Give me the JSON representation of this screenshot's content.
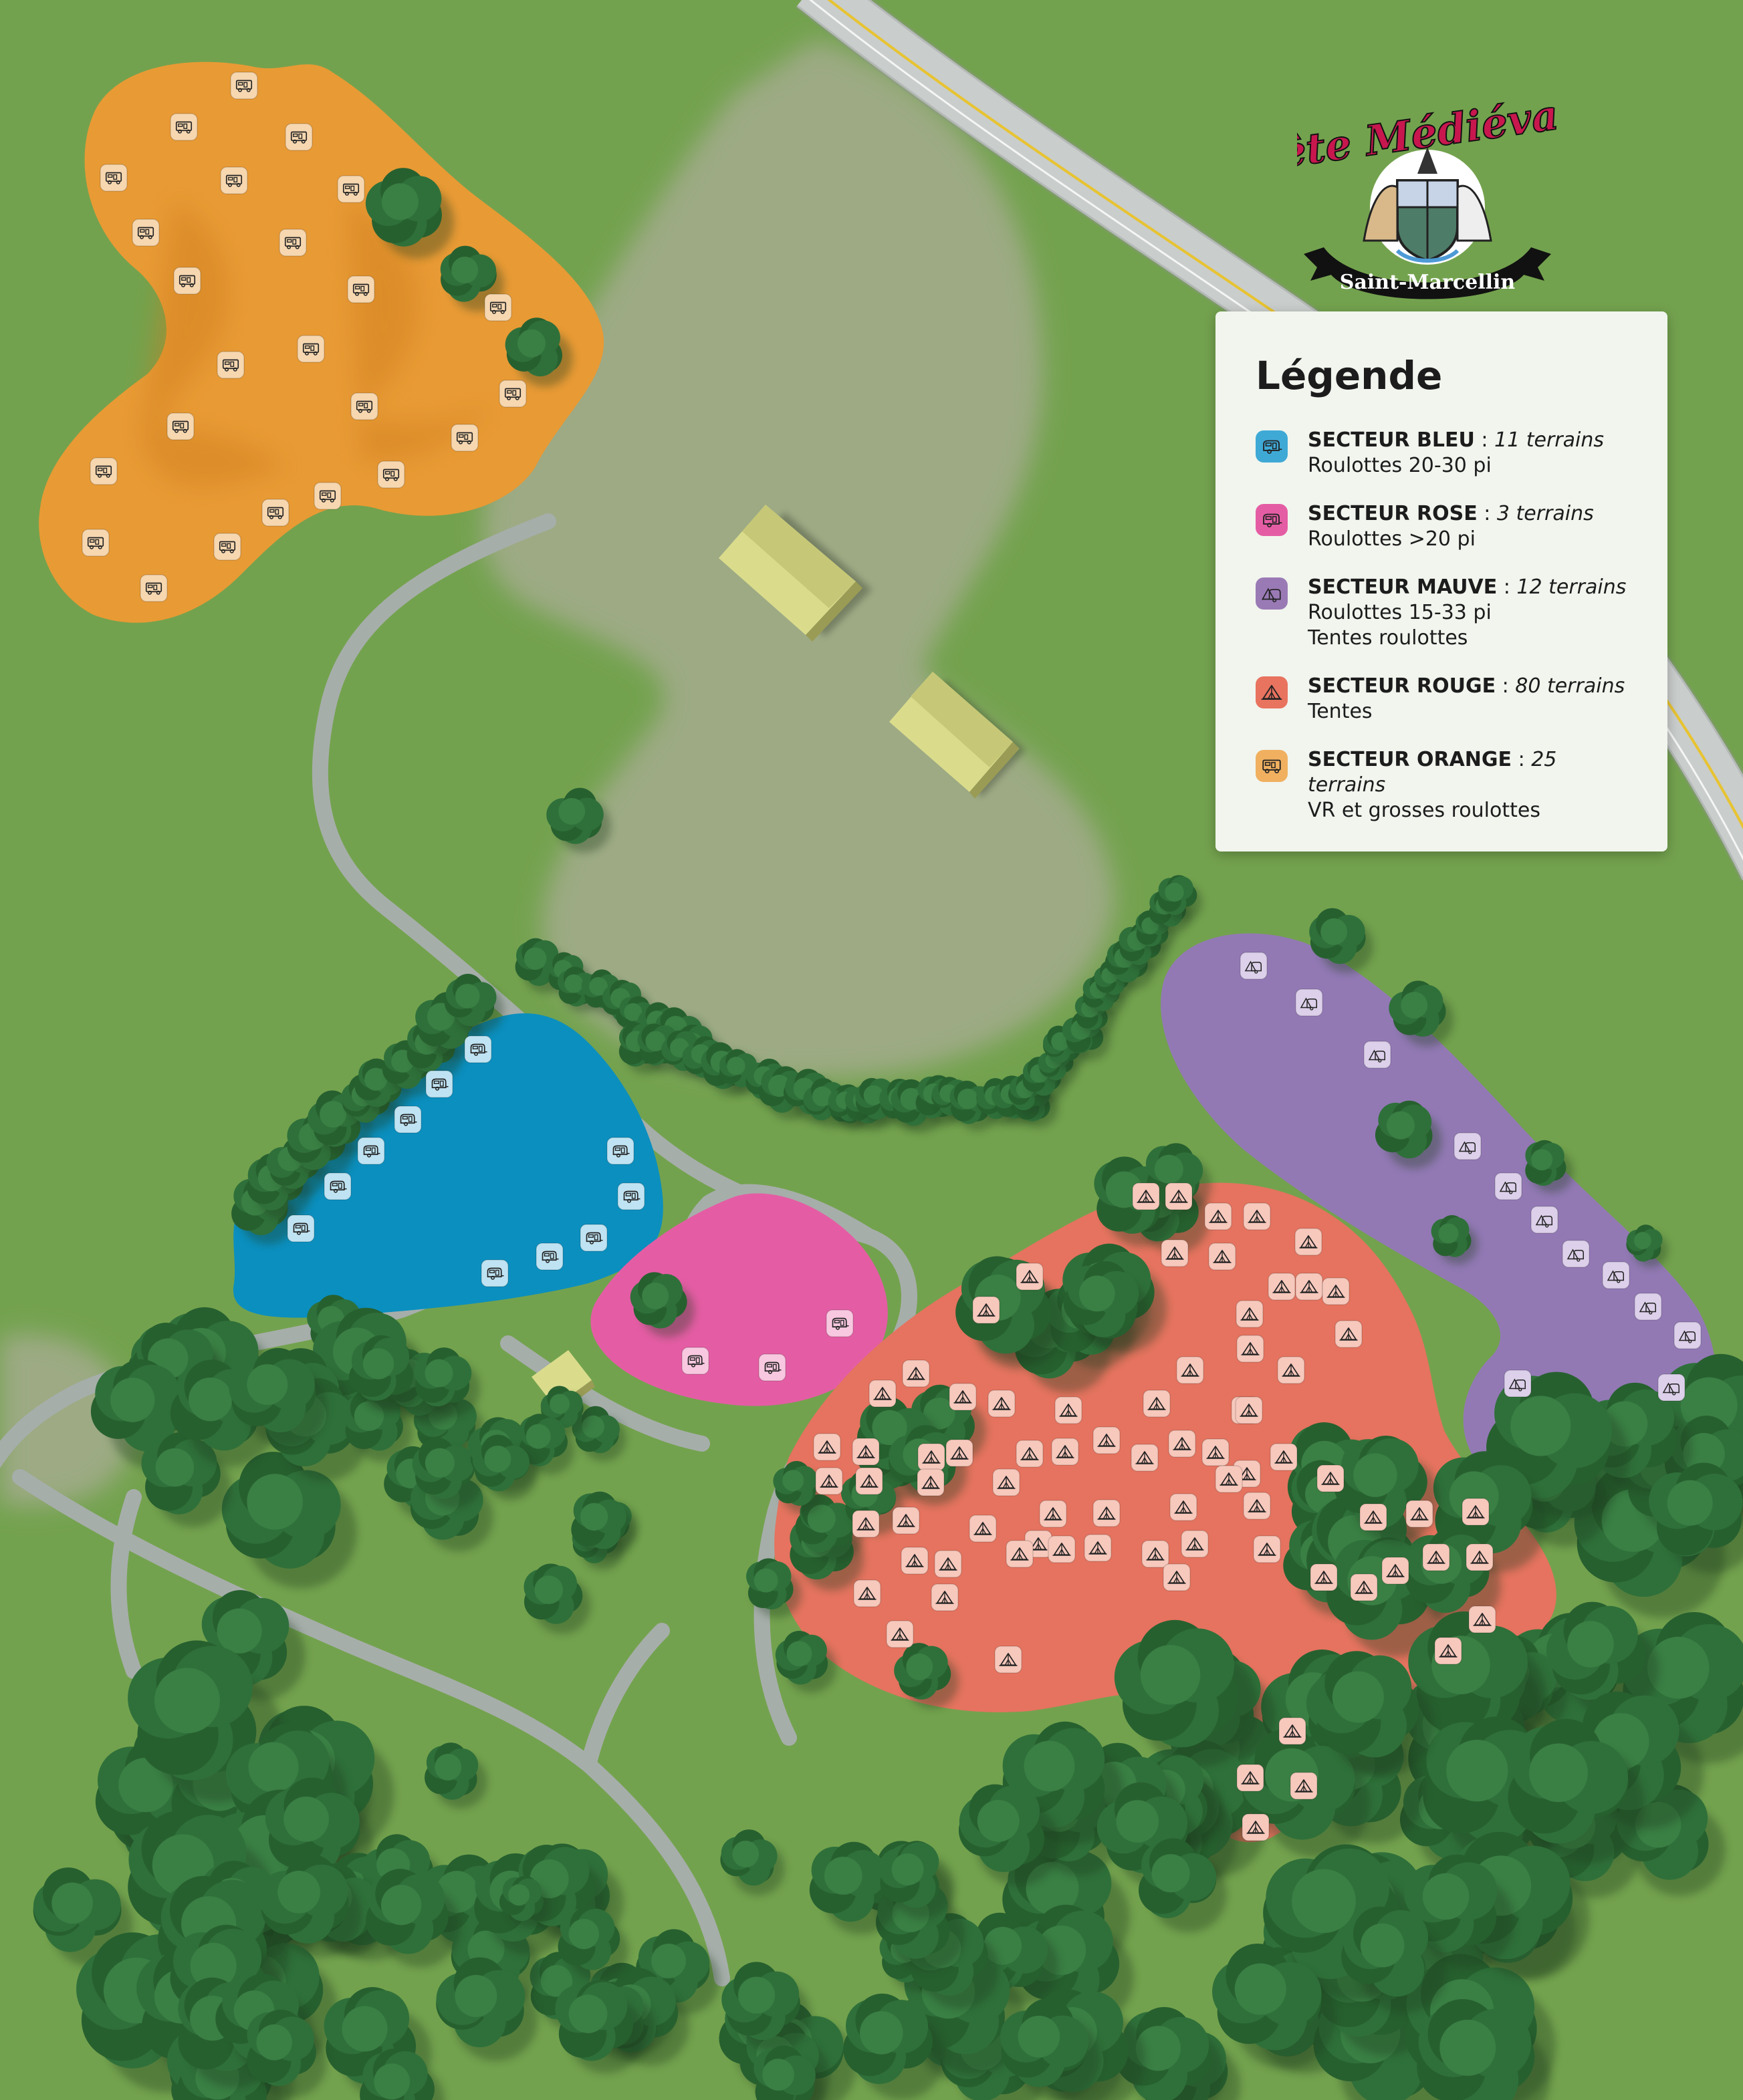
{
  "logo": {
    "title": "Fête Médiévale",
    "subtitle": "Saint-Marcellin"
  },
  "legend": {
    "title": "Légende",
    "items": [
      {
        "key": "bleu",
        "name": "SECTEUR BLEU",
        "separator": " : ",
        "count": "11 terrains",
        "lines": [
          "Roulottes 20-30 pi"
        ],
        "color": "#3fa9d6",
        "icon": "trailer-icon"
      },
      {
        "key": "rose",
        "name": "SECTEUR ROSE",
        "separator": " : ",
        "count": "3 terrains",
        "lines": [
          "Roulottes >20 pi"
        ],
        "color": "#e45da4",
        "icon": "trailer-icon"
      },
      {
        "key": "mauve",
        "name": "SECTEUR MAUVE",
        "separator": " : ",
        "count": "12 terrains",
        "lines": [
          "Roulottes 15-33 pi",
          "Tentes roulottes"
        ],
        "color": "#9a7ab5",
        "icon": "tent-trailer-icon"
      },
      {
        "key": "rouge",
        "name": "SECTEUR ROUGE",
        "separator": " : ",
        "count": "80 terrains",
        "lines": [
          "Tentes"
        ],
        "color": "#e8735f",
        "icon": "tent-icon"
      },
      {
        "key": "orange",
        "name": "SECTEUR ORANGE",
        "separator": " : ",
        "count": "25 terrains",
        "lines": [
          "VR et grosses roulottes"
        ],
        "color": "#f0b060",
        "icon": "rv-icon"
      }
    ]
  },
  "colors": {
    "grass": "#73a24e",
    "clearing": "#9daa84",
    "road": "#aab2ad",
    "highway": "#c4c8c6",
    "zone_blue": "#0b8fbf",
    "zone_pink": "#e45da4",
    "zone_mauve": "#9279b4",
    "zone_red": "#e5735f",
    "zone_orange": "#e89a35",
    "tree": "#2e6e3a",
    "building": "#dadc8c"
  }
}
